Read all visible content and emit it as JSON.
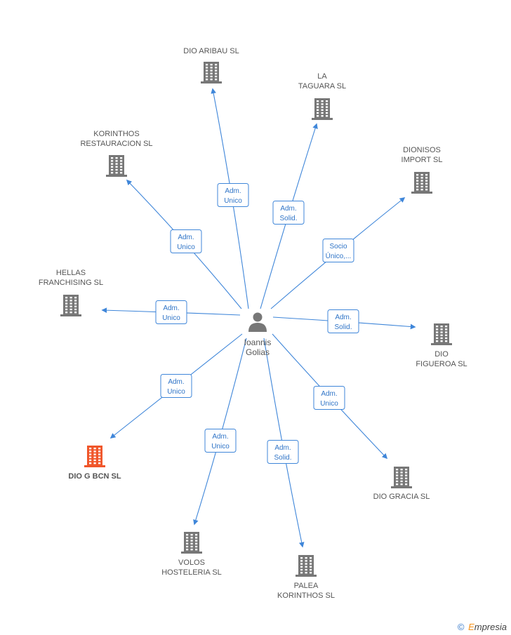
{
  "center": {
    "name_lines": [
      "Ioannis",
      "Golias"
    ],
    "icon": "person-icon"
  },
  "colors": {
    "edge": "#3f86d9",
    "building": "#777777",
    "building_highlight": "#f0562a",
    "label": "#555555"
  },
  "nodes": [
    {
      "id": "dio-aribau",
      "lines": [
        "DIO ARIBAU SL"
      ],
      "role": [
        "Adm.",
        "Unico"
      ],
      "highlight": false
    },
    {
      "id": "la-taguara",
      "lines": [
        "LA",
        "TAGUARA SL"
      ],
      "role": [
        "Adm.",
        "Solid."
      ],
      "highlight": false
    },
    {
      "id": "korinthos-restauracion",
      "lines": [
        "KORINTHOS",
        "RESTAURACION SL"
      ],
      "role": [
        "Adm.",
        "Unico"
      ],
      "highlight": false
    },
    {
      "id": "dionisos-import",
      "lines": [
        "DIONISOS",
        "IMPORT SL"
      ],
      "role": [
        "Socio",
        "Único,..."
      ],
      "highlight": false
    },
    {
      "id": "hellas-franchising",
      "lines": [
        "HELLAS",
        "FRANCHISING SL"
      ],
      "role": [
        "Adm.",
        "Unico"
      ],
      "highlight": false
    },
    {
      "id": "dio-figueroa",
      "lines": [
        "DIO",
        "FIGUEROA SL"
      ],
      "role": [
        "Adm.",
        "Solid."
      ],
      "highlight": false
    },
    {
      "id": "dio-g-bcn",
      "lines": [
        "DIO G BCN SL"
      ],
      "role": [
        "Adm.",
        "Unico"
      ],
      "highlight": true
    },
    {
      "id": "dio-gracia",
      "lines": [
        "DIO GRACIA SL"
      ],
      "role": [
        "Adm.",
        "Unico"
      ],
      "highlight": false
    },
    {
      "id": "volos-hosteleria",
      "lines": [
        "VOLOS",
        "HOSTELERIA SL"
      ],
      "role": [
        "Adm.",
        "Unico"
      ],
      "highlight": false
    },
    {
      "id": "palea-korinthos",
      "lines": [
        "PALEA",
        "KORINTHOS SL"
      ],
      "role": [
        "Adm.",
        "Solid."
      ],
      "highlight": false
    }
  ],
  "footer": {
    "copyright_symbol": "©",
    "brand_first": "E",
    "brand_rest": "mpresia"
  }
}
